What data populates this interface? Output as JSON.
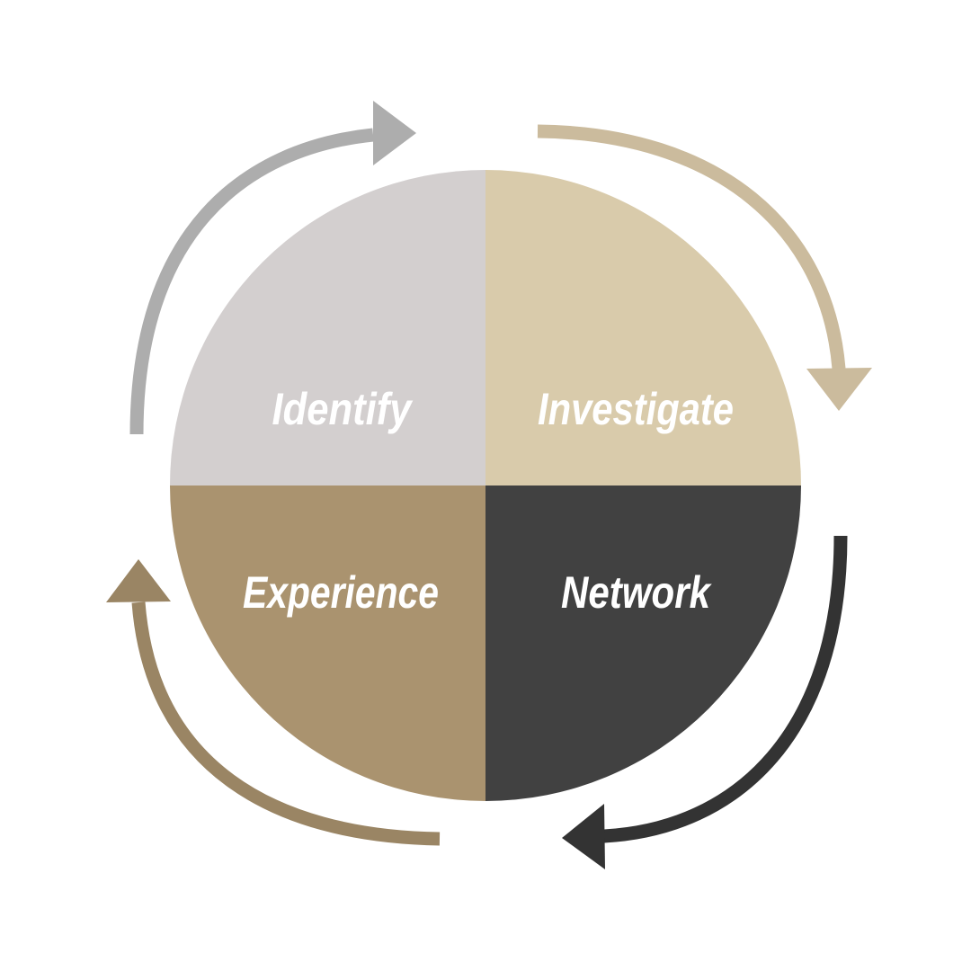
{
  "diagram": {
    "type": "cycle",
    "quadrants": [
      {
        "label": "Identify",
        "color": "#d3cfcf"
      },
      {
        "label": "Investigate",
        "color": "#d9cbab"
      },
      {
        "label": "Network",
        "color": "#414141"
      },
      {
        "label": "Experience",
        "color": "#aa936f"
      }
    ],
    "arrows": [
      {
        "from": "Identify",
        "to": "Investigate",
        "color": "#adadad"
      },
      {
        "from": "Investigate",
        "to": "Network",
        "color": "#cbbb9d"
      },
      {
        "from": "Network",
        "to": "Experience",
        "color": "#333333"
      },
      {
        "from": "Experience",
        "to": "Identify",
        "color": "#9a8564"
      }
    ]
  }
}
